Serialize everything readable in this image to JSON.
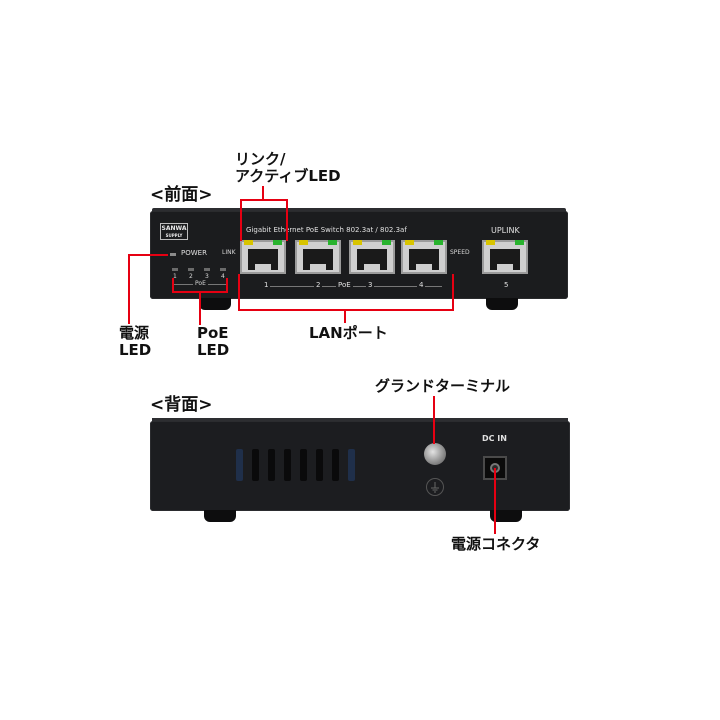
{
  "sections": {
    "front_label": "<前面>",
    "back_label": "<背面>"
  },
  "callouts": {
    "link_active_line1": "リンク/",
    "link_active_line2": "アクティブLED",
    "power_led_line1": "電源",
    "power_led_line2": "LED",
    "poe_led_line1": "PoE",
    "poe_led_line2": "LED",
    "lan_port": "LANポート",
    "ground_terminal": "グランドターミナル",
    "power_connector": "電源コネクタ"
  },
  "front_panel": {
    "logo_line1": "SANWA",
    "logo_line2": "SUPPLY",
    "power_label": "POWER",
    "model_text": "Gigabit Ethernet PoE Switch 802.3at / 802.3af",
    "link_label": "LINK",
    "speed_label": "SPEED",
    "uplink_label": "UPLINK",
    "poe_label": "PoE",
    "poe_led_numbers": [
      "1",
      "2",
      "3",
      "4"
    ],
    "port_numbers": [
      "1",
      "2",
      "3",
      "4"
    ],
    "poe_range_label": "PoE",
    "uplink_port_number": "5"
  },
  "back_panel": {
    "dc_in_label": "DC IN"
  },
  "colors": {
    "callout_line": "#e60012",
    "device_body": "#1b1c1e",
    "led_link": "#d8c400",
    "led_active": "#29b32e"
  },
  "icons": {
    "ground_symbol": "ground-symbol-icon"
  }
}
